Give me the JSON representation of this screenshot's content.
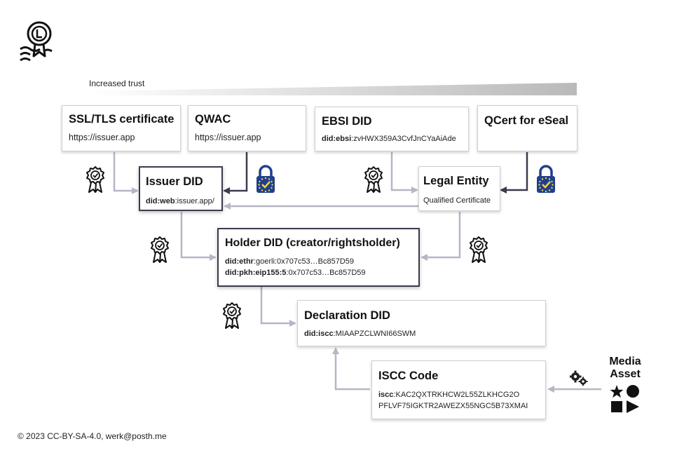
{
  "trust_label": "Increased trust",
  "footer": "© 2023 CC-BY-SA-4.0, werk@posth.me",
  "boxes": {
    "ssl": {
      "title": "SSL/TLS certificate",
      "sub": "https://issuer.app"
    },
    "qwac": {
      "title": "QWAC",
      "sub": "https://issuer.app"
    },
    "ebsi": {
      "title": "EBSI DID",
      "prefix": "did:ebsi",
      "value": ":zvHWX359A3CvfJnCYaAiAde"
    },
    "qcert": {
      "title": "QCert for eSeal"
    },
    "issuer": {
      "title": "Issuer DID",
      "prefix": "did:web",
      "value": ":issuer.app/"
    },
    "legal": {
      "title": "Legal Entity",
      "sub": "Qualified Certificate"
    },
    "holder": {
      "title": "Holder DID (creator/rightsholder)",
      "line1_prefix": "did:ethr",
      "line1_value": ":goerli:0x707c53…Bc857D59",
      "line2_prefix": "did:pkh:eip155:5",
      "line2_value": ":0x707c53…Bc857D59"
    },
    "declaration": {
      "title": "Declaration DID",
      "prefix": "did:iscc",
      "value": ":MIAAPZCLWNI66SWM"
    },
    "iscc": {
      "title": "ISCC Code",
      "prefix": "iscc",
      "line1": ":KAC2QXTRKHCW2L55ZLKHCG2O",
      "line2": "PFLVF75IGKTR2AWEZX55NGC5B73XMAI"
    }
  },
  "media": {
    "line1": "Media",
    "line2": "Asset"
  },
  "icons": [
    "certificate-seal-logo-icon",
    "award-badge-icon",
    "eu-lock-icon",
    "gears-icon",
    "shapes-icon"
  ],
  "colors": {
    "arrow_light": "#b6b6c6",
    "arrow_dark": "#3b3a4e",
    "lock_blue": "#1f3f8f",
    "lock_star": "#f2d23a"
  }
}
